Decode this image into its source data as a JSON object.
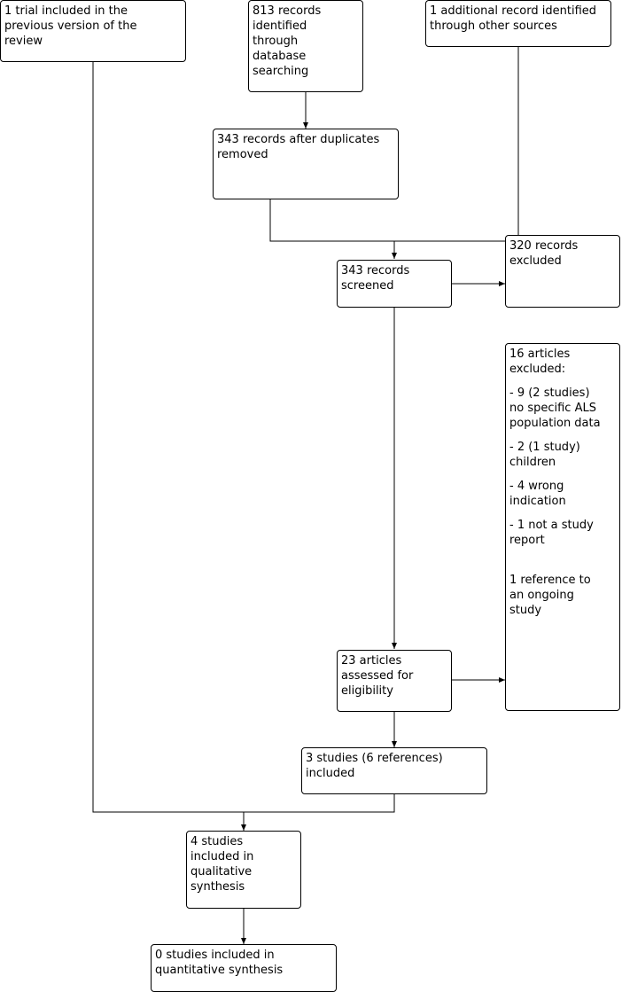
{
  "prior_version": "1 trial included in the\nprevious version of the\nreview",
  "database_search": "813 records\nidentified\nthrough\ndatabase\nsearching",
  "other_sources": "1 additional record identified\nthrough other sources",
  "after_duplicates": "343 records after duplicates\nremoved",
  "screened": "343 records\nscreened",
  "records_excluded": "320 records\nexcluded",
  "articles_excluded": {
    "heading": "16 articles\nexcluded:",
    "reasons": [
      "- 9 (2 studies)\nno specific ALS\npopulation data",
      "- 2 (1 study)\nchildren",
      "- 4 wrong\nindication",
      "- 1 not a study\nreport"
    ],
    "ongoing": "1 reference to\nan ongoing\nstudy"
  },
  "eligibility": "23 articles\nassessed for\neligibility",
  "included_studies": "3 studies (6 references)\nincluded",
  "qualitative": "4 studies\nincluded in\nqualitative\nsynthesis",
  "quantitative": "0 studies included in\nquantitative synthesis"
}
